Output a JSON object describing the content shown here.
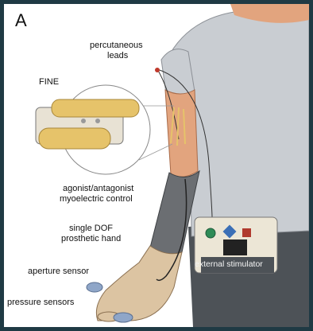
{
  "panel_letter": "A",
  "labels": {
    "percutaneous_1": "percutaneous",
    "percutaneous_2": "leads",
    "fine": "FINE",
    "agonist_1": "agonist/antagonist",
    "agonist_2": "myoelectric control",
    "single_dof_1": "single DOF",
    "single_dof_2": "prosthetic hand",
    "aperture": "aperture sensor",
    "pressure": "pressure sensors",
    "stimulator": "external stimulator"
  },
  "colors": {
    "shirt": "#c9cdd2",
    "skin": "#e2a47e",
    "socket": "#6b6e72",
    "hand": "#dcc4a2",
    "pants": "#4d5257",
    "box": "#ece6d6",
    "nerve": "#e6c36a",
    "sensor_blue": "#8fa6c8"
  }
}
